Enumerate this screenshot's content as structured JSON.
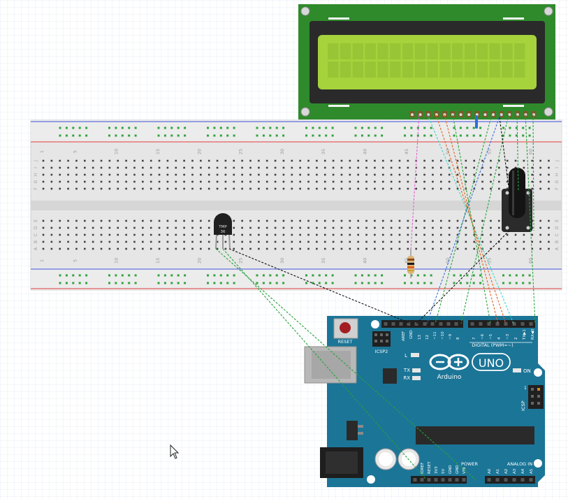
{
  "breadboard": {
    "column_numbers": [
      "1",
      "5",
      "10",
      "15",
      "20",
      "25",
      "30",
      "35",
      "40",
      "45",
      "50",
      "55",
      "60"
    ],
    "row_letters_top": [
      "J",
      "I",
      "H",
      "G",
      "F"
    ],
    "row_letters_bottom": [
      "E",
      "D",
      "C",
      "B",
      "A"
    ]
  },
  "sensor": {
    "label_line1": "TMP",
    "label_line2": "36"
  },
  "arduino": {
    "reset_label": "RESET",
    "icsp2_label": "ICSP2",
    "icsp_label": "ICSP",
    "icsp_pin1": "1",
    "aref_label": "AREF",
    "gnd_label": "GND",
    "digital_pin_labels": [
      "13",
      "12",
      "~11",
      "~10",
      "~9",
      "8",
      "7",
      "~6",
      "~5",
      "4",
      "~3",
      "2",
      "TX▶1",
      "RX◀0"
    ],
    "digital_label": "DIGITAL (PWM=~)",
    "led_l": "L",
    "led_tx": "TX",
    "led_rx": "RX",
    "on_label": "ON",
    "uno_label": "UNO",
    "brand_label": "Arduino",
    "power_label": "POWER",
    "power_pin_labels": [
      "IOREF",
      "RESET",
      "3V3",
      "5V",
      "GND",
      "GND",
      "VIN"
    ],
    "analog_label": "ANALOG IN",
    "analog_pin_labels": [
      "A0",
      "A1",
      "A2",
      "A3",
      "A4",
      "A5"
    ]
  },
  "colors": {
    "lcd_pcb": "#2f8a2c",
    "lcd_screen": "#a6d23c",
    "arduino_board": "#1b7597",
    "breadboard": "#e8e8e8",
    "rail_red": "#e23a3a",
    "rail_blue": "#3b4fd8",
    "wire_green": "#25a33a",
    "wire_orange": "#e0641c",
    "wire_blue": "#2f6fd6",
    "wire_black": "#111111",
    "wire_pink": "#e060d8",
    "wire_cyan": "#3dd6c4"
  }
}
